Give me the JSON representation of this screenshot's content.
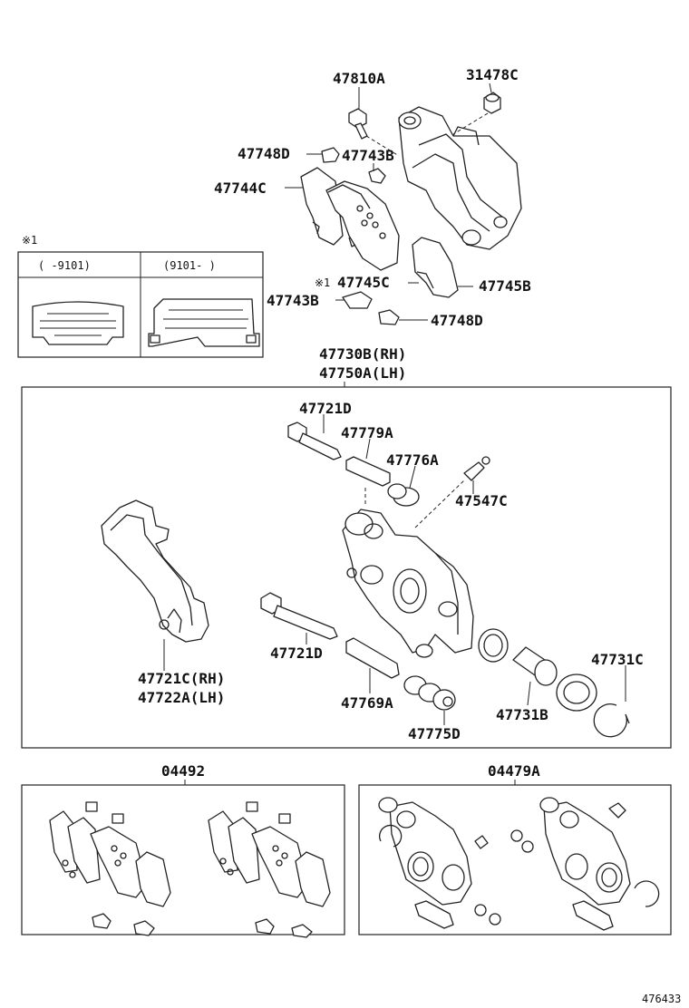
{
  "labels": {
    "p47810A": "47810A",
    "p31478C": "31478C",
    "p47748D_top": "47748D",
    "p47743B_top": "47743B",
    "p47744C": "47744C",
    "p47745C": "47745C",
    "p47745B": "47745B",
    "p47743B_low": "47743B",
    "p47748D_low": "47748D",
    "assy_rh": "47730B(RH)",
    "assy_lh": "47750A(LH)",
    "p47721D_top": "47721D",
    "p47779A": "47779A",
    "p47776A": "47776A",
    "p47547C": "47547C",
    "p47721D_low": "47721D",
    "p47721C": "47721C(RH)",
    "p47722A": "47722A(LH)",
    "p47769A": "47769A",
    "p47775D": "47775D",
    "p47731B": "47731B",
    "p47731C": "47731C",
    "kit1": "04492",
    "kit2": "04479A",
    "footer_code": "476433"
  },
  "note": {
    "mark": "※1",
    "col1": "(      -9101)",
    "col2": "(9101-      )",
    "pad_mark": "※1"
  }
}
